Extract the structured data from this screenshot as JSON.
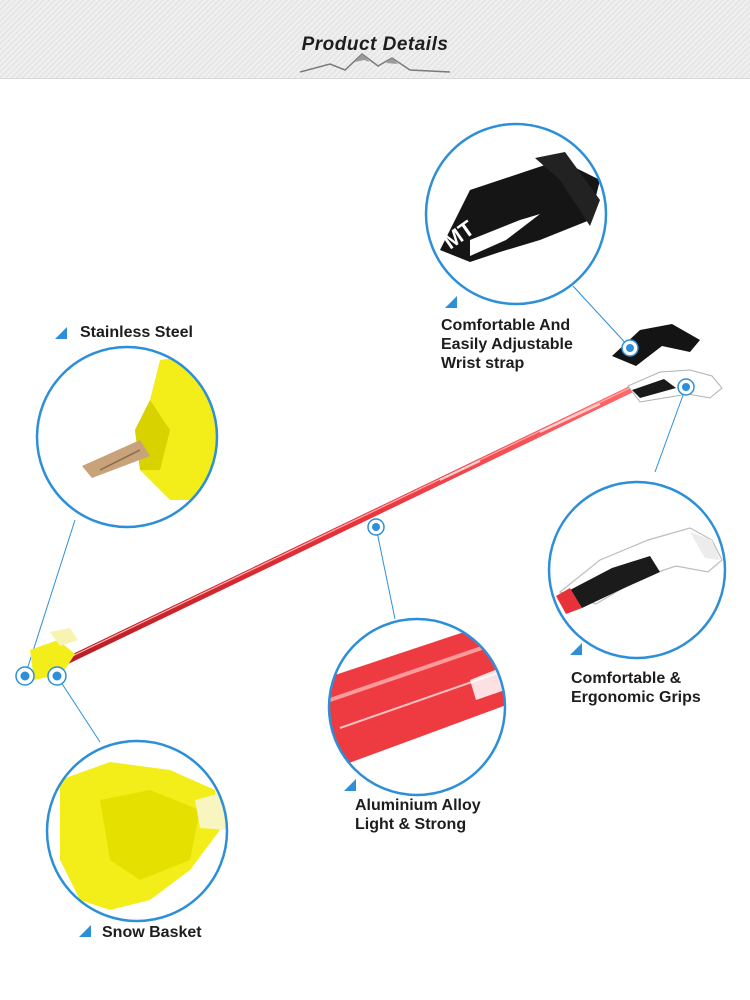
{
  "header": {
    "title": "Product Details"
  },
  "callouts": {
    "stainless_steel": {
      "label": "Stainless Steel"
    },
    "wrist_strap": {
      "lines": [
        "Comfortable And",
        "Easily Adjustable",
        "Wrist strap"
      ]
    },
    "grips": {
      "lines": [
        "Comfortable &",
        "Ergonomic Grips"
      ]
    },
    "alloy": {
      "lines": [
        "Aluminium Alloy",
        "Light & Strong"
      ]
    },
    "basket": {
      "label": "Snow Basket"
    }
  },
  "colors": {
    "accent": "#2d8fd8",
    "pole": "#e8323a",
    "basket": "#f3ee1a",
    "grip": "#1a1a1a"
  },
  "icons": [
    "mountain-icon",
    "triangle-marker-icon",
    "callout-dot-icon"
  ]
}
